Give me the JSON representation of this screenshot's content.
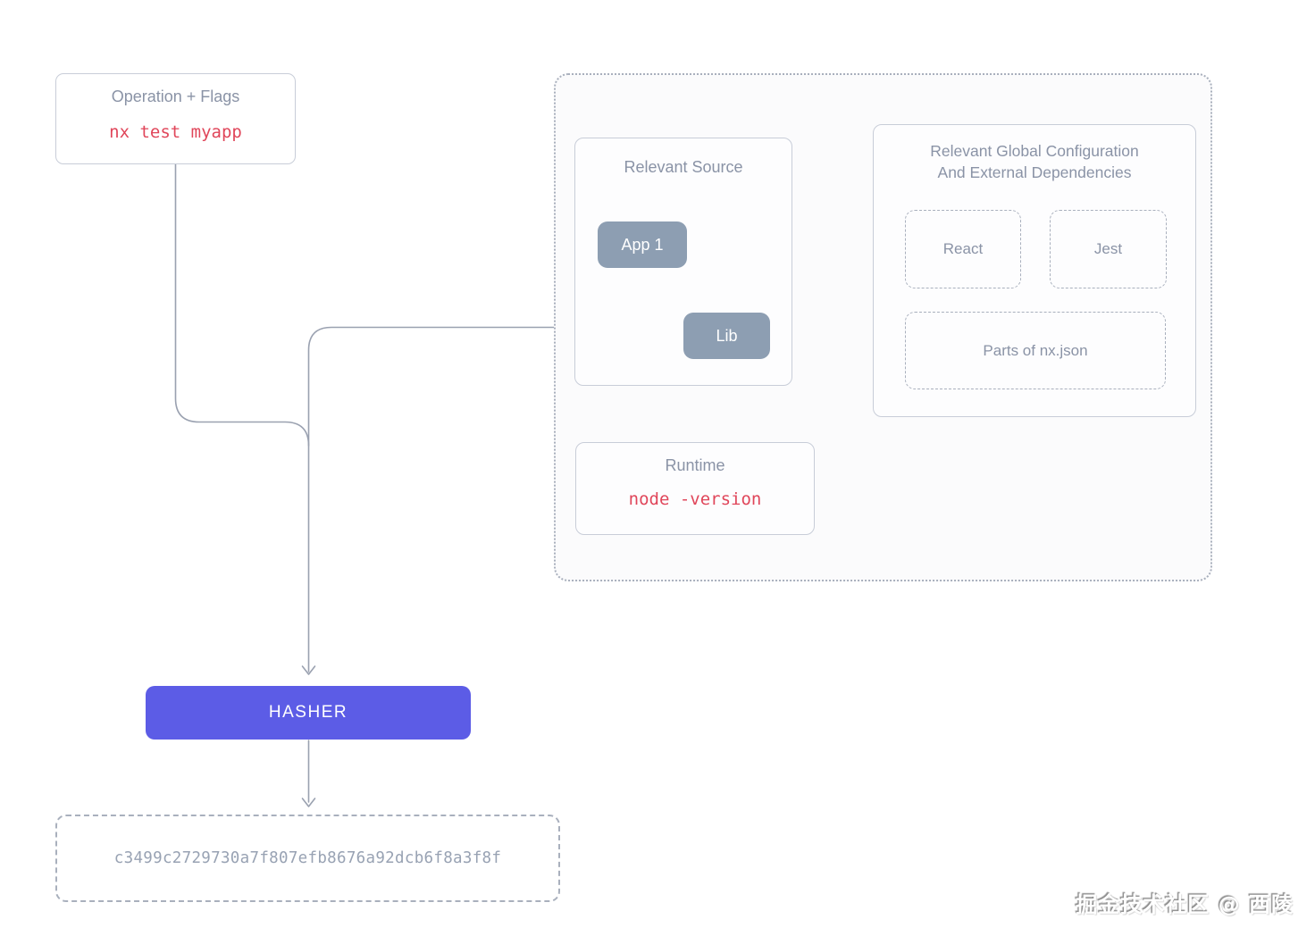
{
  "colors": {
    "accent_purple": "#5c5ce6",
    "node_slate": "#8d9eb2",
    "command_red": "#e0465a",
    "label_gray": "#8a93a6",
    "line_gray": "#9aa1b0",
    "border_solid": "#c8cdd8",
    "border_dashed": "#a9b0bd",
    "hash_gray": "#98a2b3",
    "container_bg": "#fbfbfc"
  },
  "operation_box": {
    "title": "Operation + Flags",
    "command": "nx test myapp"
  },
  "relevant_source": {
    "title": "Relevant Source",
    "app_label": "App 1",
    "lib_label": "Lib"
  },
  "global_config": {
    "title_line1": "Relevant Global Configuration",
    "title_line2": "And External Dependencies",
    "react_label": "React",
    "jest_label": "Jest",
    "nxjson_label": "Parts of nx.json"
  },
  "runtime": {
    "title": "Runtime",
    "command": "node -version"
  },
  "hasher": {
    "label": "HASHER"
  },
  "hash_output": {
    "value": "c3499c2729730a7f807efb8676a92dcb6f8a3f8f"
  },
  "watermark": {
    "text": "掘金技术社区 @ 西陵"
  }
}
